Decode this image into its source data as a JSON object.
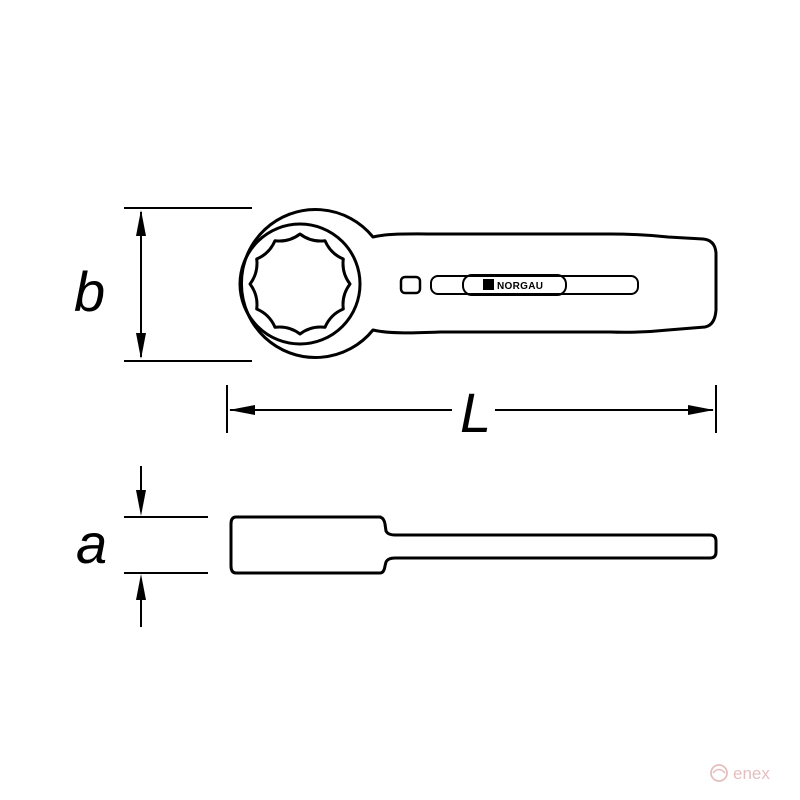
{
  "labels": {
    "width": "b",
    "length": "L",
    "thickness": "a"
  },
  "brand": {
    "logo_text": "NORGAU"
  },
  "watermark": {
    "text": "enex"
  },
  "colors": {
    "stroke": "#000000",
    "background": "#ffffff",
    "watermark": "#e2b8b8"
  }
}
